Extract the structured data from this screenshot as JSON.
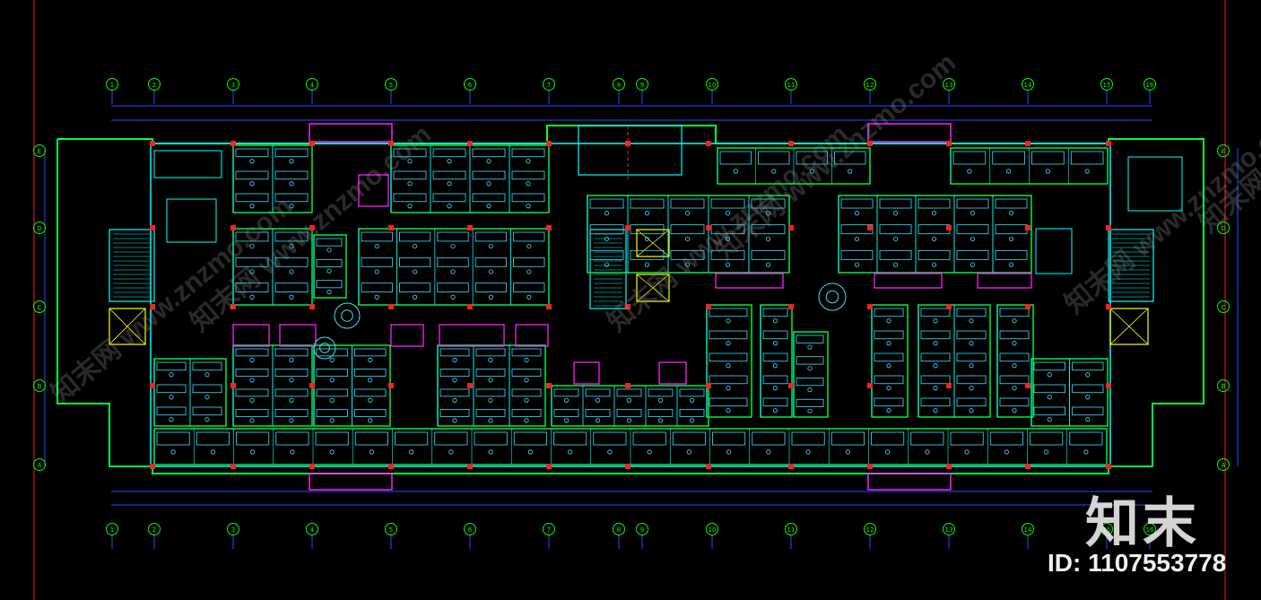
{
  "drawing": {
    "title": "",
    "grid_columns": [
      "1",
      "2",
      "3",
      "4",
      "5",
      "6",
      "7",
      "8",
      "9",
      "10",
      "11",
      "12",
      "13",
      "14",
      "15",
      "16"
    ],
    "grid_rows": [
      "E",
      "D",
      "C",
      "B",
      "A"
    ],
    "colors": {
      "background": "#000000",
      "frame": "#d01818",
      "walls": "#00ffff",
      "rooms": "#00ff40",
      "furniture": "#40e0ff",
      "accent": "#ff20ff",
      "columns": "#ff2020",
      "dimensions": "#2050ff",
      "axis_markers": "#00ff00",
      "stairs": "#ffff00"
    }
  },
  "watermark": {
    "logo_text": "知末",
    "id_text": "ID: 1107553778",
    "repeat_text": "知末网 www.znzmo.com"
  }
}
